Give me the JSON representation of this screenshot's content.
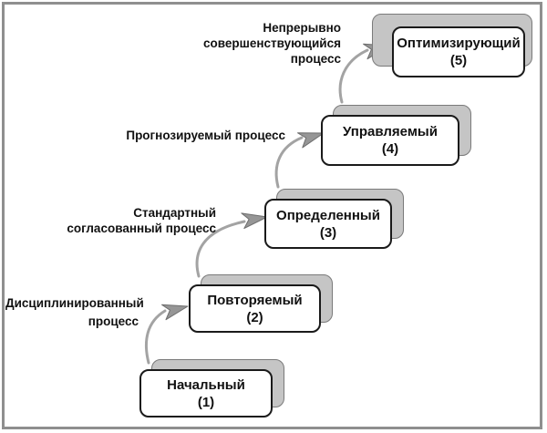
{
  "diagram_type": "cmm-maturity-levels",
  "levels": [
    {
      "name": "Начальный",
      "num": "(1)"
    },
    {
      "name": "Повторяемый",
      "num": "(2)"
    },
    {
      "name": "Определенный",
      "num": "(3)"
    },
    {
      "name": "Управляемый",
      "num": "(4)"
    },
    {
      "name": "Оптимизирующий",
      "num": "(5)"
    }
  ],
  "transition_labels": [
    {
      "lines": [
        "Непрерывно",
        "совершенствующийся",
        "процесс"
      ]
    },
    {
      "lines": [
        "Прогнозируемый процесс"
      ]
    },
    {
      "lines": [
        "Стандартный",
        "согласованный процесс"
      ]
    },
    {
      "lines": [
        "Дисциплинированный",
        "процесс"
      ]
    }
  ],
  "colors": {
    "card_gray": "#c5c5c5",
    "card_gray_border": "#7a7a7a",
    "box_bg": "#ffffff",
    "box_border": "#1a1a1a",
    "arrow": "#a3a3a3",
    "arrow_head": "#969696",
    "arrow_head_border": "#6e6e6e",
    "frame": "#8f8f8f",
    "text": "#111111"
  }
}
